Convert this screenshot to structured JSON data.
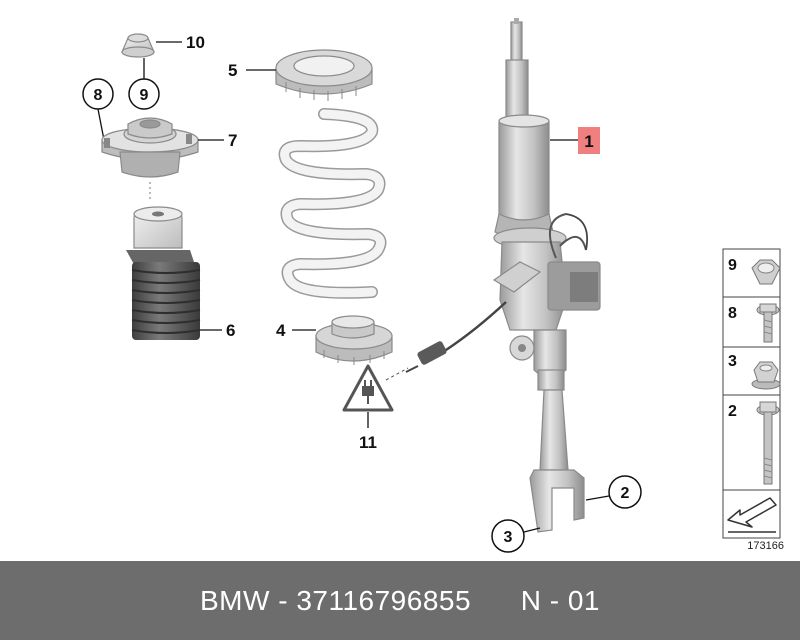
{
  "callouts": {
    "c1": "1",
    "c2": "2",
    "c3": "3",
    "c4": "4",
    "c5": "5",
    "c6": "6",
    "c7": "7",
    "c8": "8",
    "c9": "9",
    "c10": "10",
    "c11": "11"
  },
  "hardware_panel": {
    "items": [
      {
        "label": "9",
        "part": "nut"
      },
      {
        "label": "8",
        "part": "short-bolt"
      },
      {
        "label": "3",
        "part": "flange-nut"
      },
      {
        "label": "2",
        "part": "long-bolt"
      }
    ]
  },
  "diagram_ref": "173166",
  "footer": {
    "brand": "BMW",
    "part_number": "37116796855",
    "position_code": "N - 01",
    "separator": " - "
  },
  "colors": {
    "footer_bg": "#6d6d6d",
    "highlight": "#f08080",
    "part_grey": "#cfcfcf",
    "boot_dark": "#5a5a5a"
  }
}
